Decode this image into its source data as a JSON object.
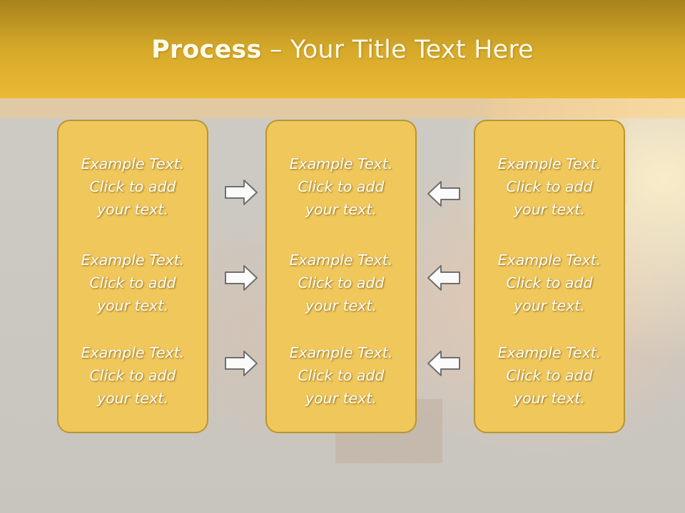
{
  "slide": {
    "title_bold": "Process",
    "title_rest": " – Your Title Text Here"
  },
  "columns": [
    {
      "blocks": [
        {
          "line1": "Example Text.",
          "line2": "Click  to add",
          "line3": "your text."
        },
        {
          "line1": "Example Text.",
          "line2": "Click  to add",
          "line3": "your text."
        },
        {
          "line1": "Example Text.",
          "line2": "Click  to add",
          "line3": "your text."
        }
      ]
    },
    {
      "blocks": [
        {
          "line1": "Example Text.",
          "line2": "Click  to add",
          "line3": "your text."
        },
        {
          "line1": "Example Text.",
          "line2": "Click  to add",
          "line3": "your text."
        },
        {
          "line1": "Example Text.",
          "line2": "Click  to add",
          "line3": "your text."
        }
      ]
    },
    {
      "blocks": [
        {
          "line1": "Example Text.",
          "line2": "Click  to add",
          "line3": "your text."
        },
        {
          "line1": "Example Text.",
          "line2": "Click  to add",
          "line3": "your text."
        },
        {
          "line1": "Example Text.",
          "line2": "Click  to add",
          "line3": "your text."
        }
      ]
    }
  ],
  "arrows": {
    "left_group": "right-arrow-icon",
    "right_group": "left-arrow-icon"
  },
  "colors": {
    "header": "#d6a92a",
    "panel_fill": "#f0c75b",
    "panel_border": "#b99530",
    "title_text": "#fffbe8",
    "arrow_fill": "#fbfbfb",
    "arrow_stroke": "#6f6f6f"
  }
}
